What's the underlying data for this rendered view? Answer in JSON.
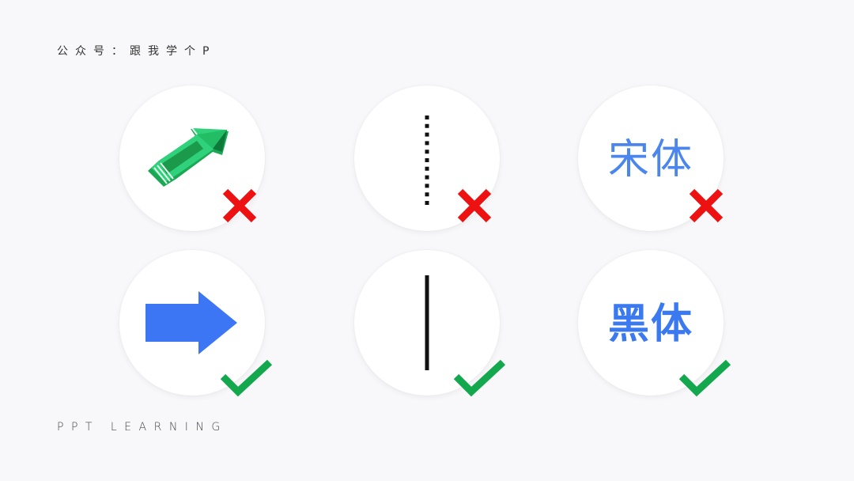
{
  "header": {
    "text": "公众号：跟我学个P"
  },
  "footer": {
    "text": "PPT LEARNING"
  },
  "colors": {
    "background": "#f8f8fa",
    "circle": "#ffffff",
    "wrong_mark": "#ee1111",
    "right_mark": "#14a84e",
    "blue_accent": "#3a79f0",
    "green_arrow": "#22c06a"
  },
  "grid": {
    "rows": [
      {
        "status": "wrong",
        "items": [
          {
            "kind": "3d-arrow",
            "label": "3D green arrow",
            "mark": "cross"
          },
          {
            "kind": "dotted-line",
            "label": "Dotted vertical line",
            "mark": "cross"
          },
          {
            "kind": "text",
            "label": "宋体",
            "mark": "cross"
          }
        ]
      },
      {
        "status": "right",
        "items": [
          {
            "kind": "flat-arrow",
            "label": "Flat blue arrow",
            "mark": "check"
          },
          {
            "kind": "solid-line",
            "label": "Solid vertical line",
            "mark": "check"
          },
          {
            "kind": "text",
            "label": "黑体",
            "mark": "check"
          }
        ]
      }
    ]
  }
}
